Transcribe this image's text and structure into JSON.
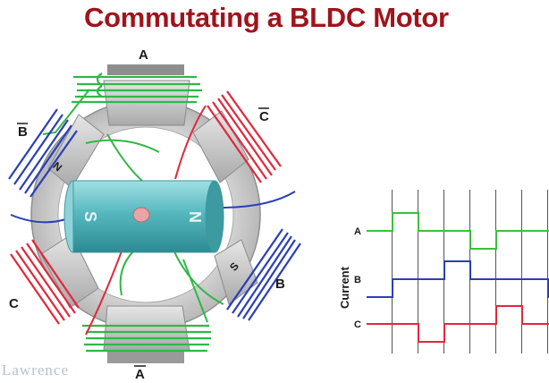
{
  "title": "Commutating a BLDC Motor",
  "motor": {
    "stator_labels": {
      "a": "A",
      "b_bar": "B",
      "c_bar": "C",
      "b": "B",
      "c": "C",
      "a_bar": "A"
    },
    "pole_labels": {
      "upper_left": "N",
      "lower_right": "S"
    },
    "rotor_labels": {
      "left": "S",
      "right": "N"
    },
    "colors": {
      "phase_a": "#3cbf3c",
      "phase_b": "#2a3fb8",
      "phase_c": "#e0283c",
      "rotor": "#4fb6bd"
    }
  },
  "chart_data": {
    "type": "line",
    "ylabel": "Current",
    "series": [
      {
        "name": "A",
        "values": [
          0,
          1,
          0,
          0,
          -1,
          0,
          0,
          0
        ]
      },
      {
        "name": "B",
        "values": [
          -1,
          0,
          0,
          1,
          0,
          0,
          0,
          -1
        ]
      },
      {
        "name": "C",
        "values": [
          0,
          0,
          -1,
          0,
          0,
          1,
          0,
          0
        ]
      }
    ],
    "phase_count": 6,
    "colors": {
      "A": "#3cbf3c",
      "B": "#2a3fb8",
      "C": "#e0283c"
    }
  },
  "watermark": "Lawrence"
}
